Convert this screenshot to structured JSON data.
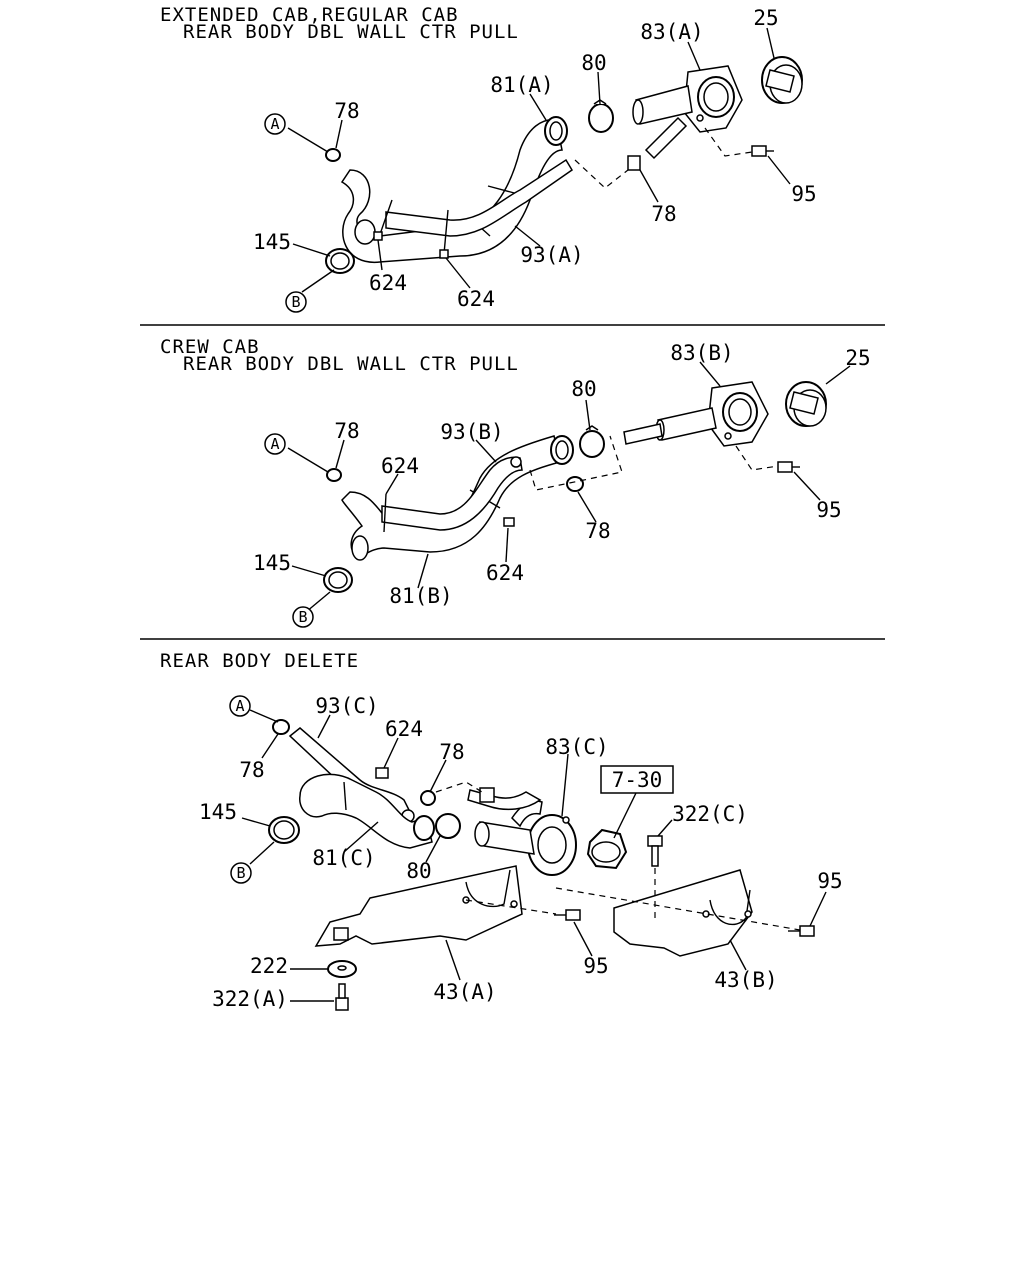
{
  "sections": [
    {
      "title_line1": "EXTENDED CAB,REGULAR CAB",
      "title_line2": "REAR BODY DBL WALL CTR PULL",
      "callouts": {
        "c25": "25",
        "c83": "83(A)",
        "c80": "80",
        "c81": "81(A)",
        "c78a": "78",
        "c78b": "78",
        "c95": "95",
        "c93": "93(A)",
        "c145": "145",
        "c624a": "624",
        "c624b": "624",
        "refA": "A",
        "refB": "B"
      }
    },
    {
      "title_line1": "CREW CAB",
      "title_line2": "REAR BODY DBL WALL CTR PULL",
      "callouts": {
        "c83": "83(B)",
        "c25": "25",
        "c80": "80",
        "c93": "93(B)",
        "c78a": "78",
        "c624a": "624",
        "c78b": "78",
        "c95": "95",
        "c145": "145",
        "c624b": "624",
        "c81": "81(B)",
        "refA": "A",
        "refB": "B"
      }
    },
    {
      "title_line1": "REAR BODY DELETE",
      "callouts": {
        "c93": "93(C)",
        "c624": "624",
        "c78a": "78",
        "c78b": "78",
        "c83": "83(C)",
        "c730": "7-30",
        "c145": "145",
        "c322c": "322(C)",
        "c81": "81(C)",
        "c80": "80",
        "c95a": "95",
        "c95b": "95",
        "c222": "222",
        "c43a": "43(A)",
        "c43b": "43(B)",
        "c322a": "322(A)",
        "refA": "A",
        "refB": "B"
      }
    }
  ]
}
